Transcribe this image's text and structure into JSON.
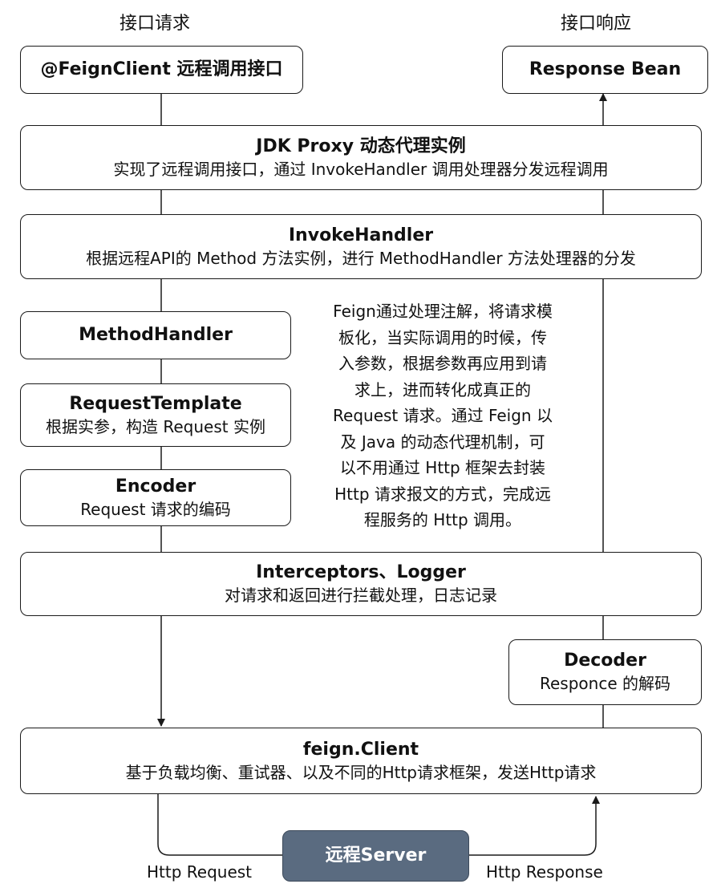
{
  "header": {
    "request_label": "接口请求",
    "response_label": "接口响应"
  },
  "boxes": {
    "feign_client_interface": {
      "title": "@FeignClient 远程调用接口"
    },
    "response_bean": {
      "title": "Response Bean"
    },
    "jdk_proxy": {
      "title": "JDK Proxy 动态代理实例",
      "subtitle": "实现了远程调用接口，通过 InvokeHandler 调用处理器分发远程调用"
    },
    "invoke_handler": {
      "title": "InvokeHandler",
      "subtitle": "根据远程API的 Method 方法实例，进行 MethodHandler 方法处理器的分发"
    },
    "method_handler": {
      "title": "MethodHandler"
    },
    "request_template": {
      "title": "RequestTemplate",
      "subtitle": "根据实参，构造 Request 实例"
    },
    "encoder": {
      "title": "Encoder",
      "subtitle": "Request 请求的编码"
    },
    "interceptors": {
      "title": "Interceptors、Logger",
      "subtitle": "对请求和返回进行拦截处理，日志记录"
    },
    "decoder": {
      "title": "Decoder",
      "subtitle": "Responce 的解码"
    },
    "feign_client": {
      "title": "feign.Client",
      "subtitle": "基于负载均衡、重试器、以及不同的Http请求框架，发送Http请求"
    },
    "remote_server": {
      "title": "远程Server"
    }
  },
  "note": {
    "lines": [
      "Feign通过处理注解，将请求模",
      "板化，当实际调用的时候，传",
      "入参数，根据参数再应用到请",
      "求上，进而转化成真正的",
      "Request 请求。通过 Feign 以",
      "及 Java 的动态代理机制，可",
      "以不用通过 Http 框架去封装",
      "Http 请求报文的方式，完成远",
      "程服务的 Http 调用。"
    ]
  },
  "paths": {
    "request_label": "Http Request",
    "response_label": "Http Response"
  },
  "colors": {
    "stroke": "#1a1a1a",
    "server_fill": "#5a6b80",
    "server_text": "#ffffff"
  }
}
